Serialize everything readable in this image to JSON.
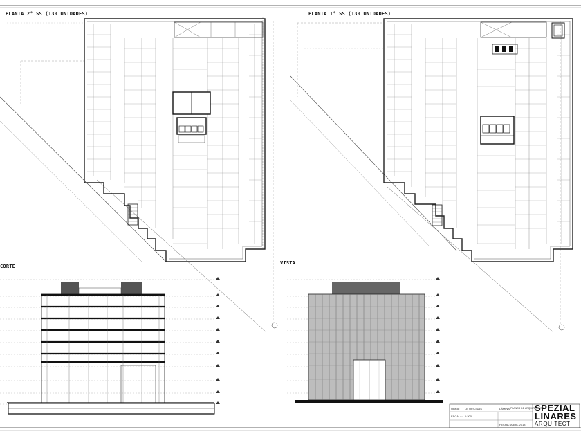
{
  "labels": {
    "plan_left": "PLANTA 2° SS (130 UNIDADES)",
    "plan_right": "PLANTA 1° SS (130 UNIDADES)",
    "section": "CORTE",
    "elevation": "VISTA"
  },
  "title_block": {
    "obra_label": "OBRA:",
    "obra_value": "LB OFICINAS",
    "lamina_label": "LÁMINA:",
    "lamina_value": "PLANOS DE ARQUITECTURA",
    "escala_label": "ESCALA:",
    "escala_value": "1:200",
    "fecha_label": "FECHA:",
    "fecha_value": "ABRIL 2018",
    "brand_line1": "SPEZIAL",
    "brand_line2": "LINARES",
    "brand_line3": "ARQUITECT"
  }
}
